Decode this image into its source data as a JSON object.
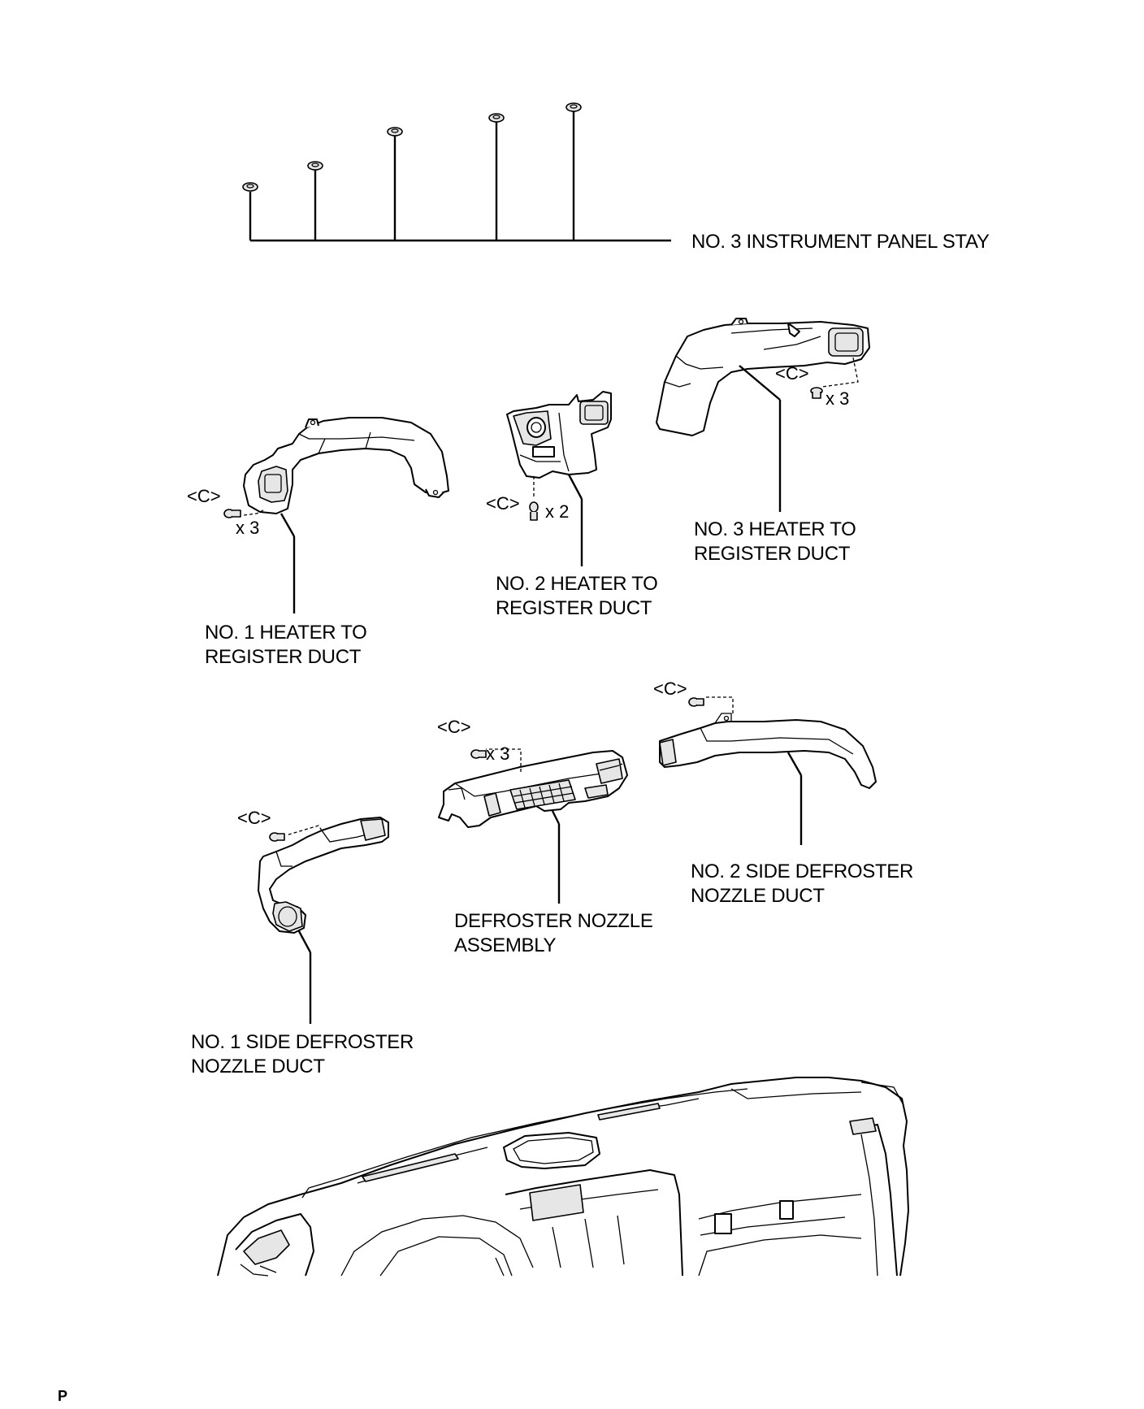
{
  "labels": {
    "stay": "NO. 3 INSTRUMENT PANEL STAY",
    "duct1": [
      "NO. 1 HEATER TO",
      "REGISTER DUCT"
    ],
    "duct2": [
      "NO. 2 HEATER TO",
      "REGISTER DUCT"
    ],
    "duct3": [
      "NO. 3 HEATER TO",
      "REGISTER DUCT"
    ],
    "defroster": [
      "DEFROSTER NOZZLE",
      "ASSEMBLY"
    ],
    "side1": [
      "NO. 1 SIDE DEFROSTER",
      "NOZZLE DUCT"
    ],
    "side2": [
      "NO. 2 SIDE DEFROSTER",
      "NOZZLE DUCT"
    ]
  },
  "fastener_callouts": {
    "duct1": {
      "tag": "<C>",
      "qty": "x 3"
    },
    "duct2": {
      "tag": "<C>",
      "qty": "x 2"
    },
    "duct3": {
      "tag": "<C>",
      "qty": "x 3"
    },
    "defroster": {
      "tag": "<C>",
      "qty": "x 3"
    },
    "side1": {
      "tag": "<C>"
    },
    "side2": {
      "tag": "<C>"
    }
  },
  "footer": "P"
}
